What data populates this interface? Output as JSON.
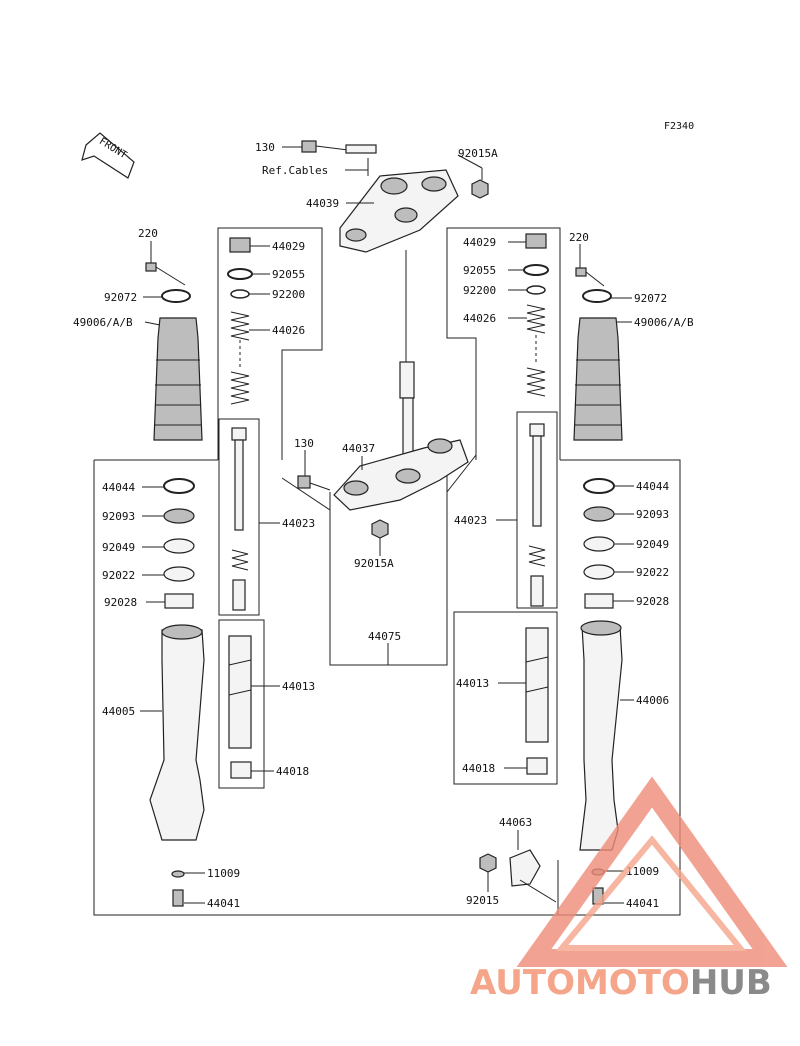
{
  "diagram": {
    "code": "F2340",
    "front_label": "FRONT",
    "ref_cables": "Ref.Cables",
    "parts": {
      "p130_top": "130",
      "p92015A_top": "92015A",
      "p44039": "44039",
      "p220_left": "220",
      "p92072_left": "92072",
      "p49006_left": "49006/A/B",
      "p44029_left": "44029",
      "p92055_left": "92055",
      "p92200_left": "92200",
      "p44026_left": "44026",
      "p44029_right": "44029",
      "p92055_right": "92055",
      "p92200_right": "92200",
      "p44026_right": "44026",
      "p220_right": "220",
      "p92072_right": "92072",
      "p49006_right": "49006/A/B",
      "p130_mid": "130",
      "p44037": "44037",
      "p92015A_mid": "92015A",
      "p44044_left": "44044",
      "p92093_left": "92093",
      "p92049_left": "92049",
      "p92022_left": "92022",
      "p92028_left": "92028",
      "p44023_left": "44023",
      "p44023_right": "44023",
      "p44044_right": "44044",
      "p92093_right": "92093",
      "p92049_right": "92049",
      "p92022_right": "92022",
      "p92028_right": "92028",
      "p44075": "44075",
      "p44005": "44005",
      "p44013_left": "44013",
      "p44013_right": "44013",
      "p44006": "44006",
      "p44018_left": "44018",
      "p44018_right": "44018",
      "p44063": "44063",
      "p11009_left": "11009",
      "p11009_right": "11009",
      "p44041_left": "44041",
      "p44041_right": "44041",
      "p92015": "92015"
    }
  },
  "watermark": {
    "part1": "AUTOMOTO",
    "part2": "HUB",
    "color_accent": "#f4a58a",
    "color_dark": "#8a8a8a"
  }
}
